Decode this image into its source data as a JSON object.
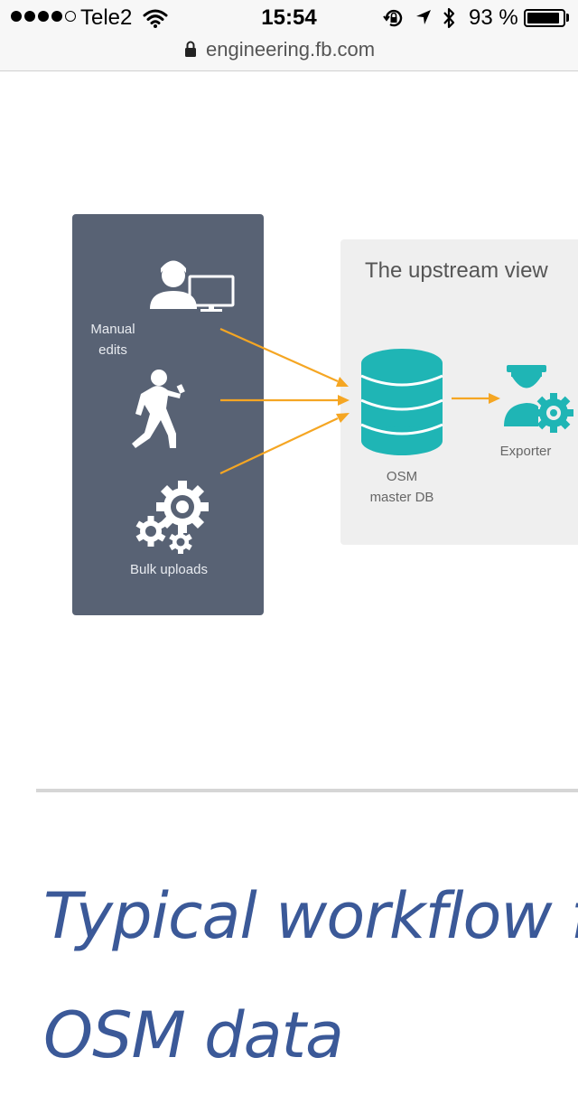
{
  "status_bar": {
    "carrier": "Tele2",
    "time": "15:54",
    "battery_percent": "93 %",
    "battery_level": 0.93,
    "signal_bars_filled": 4,
    "signal_bars_total": 5,
    "icons": [
      "wifi-icon",
      "rotation-lock-icon",
      "location-arrow-icon",
      "bluetooth-icon",
      "battery-icon"
    ]
  },
  "url_bar": {
    "url": "engineering.fb.com",
    "icon": "lock-icon"
  },
  "diagram": {
    "left_panel": {
      "manual_edits_label": "Manual\nedits",
      "bulk_uploads_label": "Bulk uploads"
    },
    "upstream_panel": {
      "title": "The upstream view",
      "db_label": "OSM\nmaster DB",
      "exporter_label": "Exporter"
    },
    "colors": {
      "left_panel": "#586274",
      "right_panel": "#efefef",
      "arrow": "#f5a623",
      "teal": "#1fb5b5"
    }
  },
  "article": {
    "heading": "Typical workflow f\nOSM data"
  }
}
